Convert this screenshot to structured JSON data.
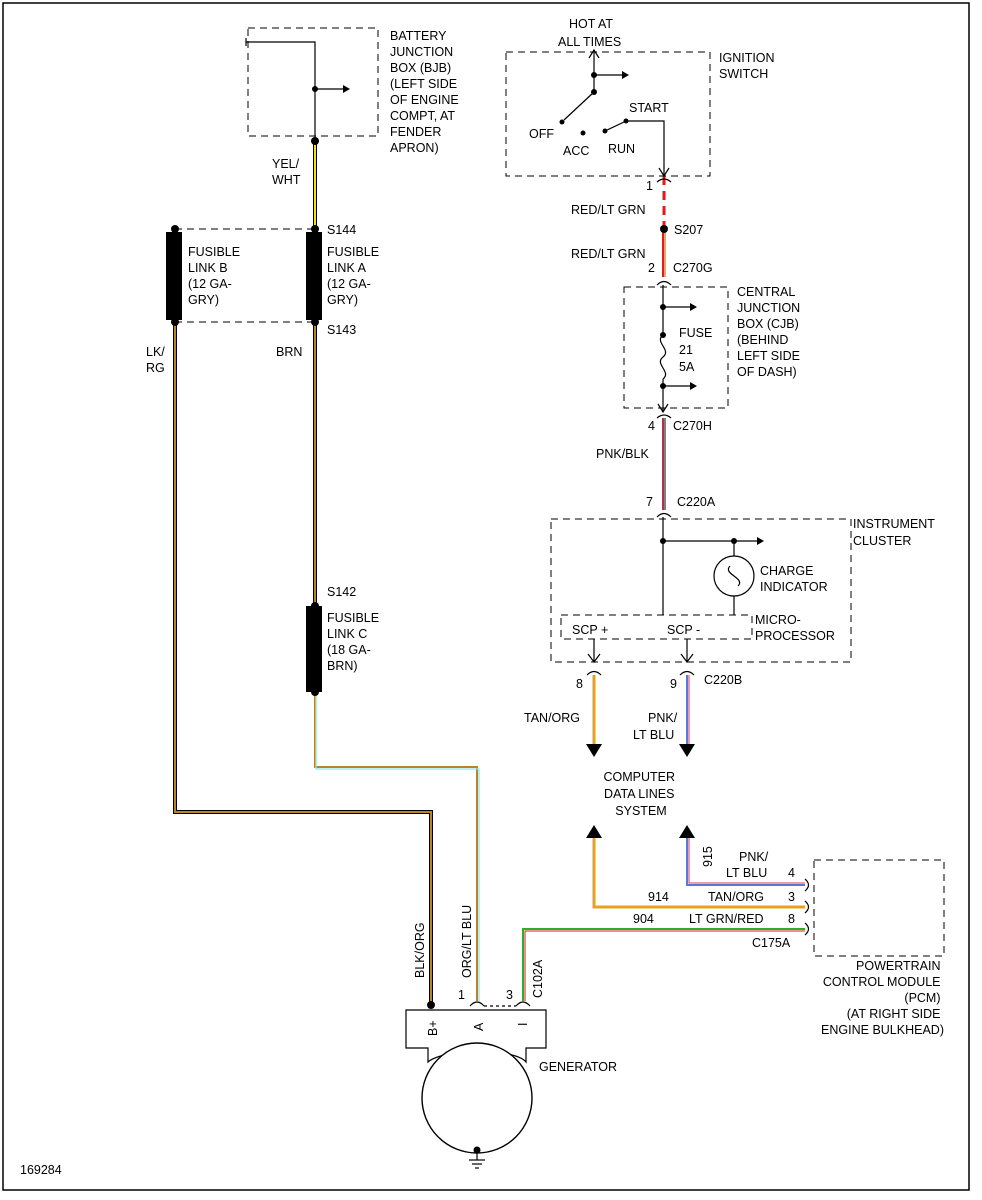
{
  "figure_id": "169284",
  "components": {
    "bjb": {
      "lines": [
        "BATTERY",
        "JUNCTION",
        "BOX (BJB)",
        "(LEFT SIDE",
        "OF ENGINE",
        "COMPT, AT",
        "FENDER",
        "APRON)"
      ]
    },
    "ignition_switch": {
      "lines": [
        "IGNITION",
        "SWITCH"
      ],
      "hot": [
        "HOT AT",
        "ALL TIMES"
      ],
      "positions": {
        "off": "OFF",
        "acc": "ACC",
        "run": "RUN",
        "start": "START"
      }
    },
    "fusible_link_b": {
      "lines": [
        "FUSIBLE",
        "LINK B",
        "(12 GA-",
        "GRY)"
      ]
    },
    "fusible_link_a": {
      "lines": [
        "FUSIBLE",
        "LINK A",
        "(12 GA-",
        "GRY)"
      ]
    },
    "fusible_link_c": {
      "lines": [
        "FUSIBLE",
        "LINK C",
        "(18 GA-",
        "BRN)"
      ]
    },
    "cjb": {
      "lines": [
        "CENTRAL",
        "JUNCTION",
        "BOX (CJB)",
        "(BEHIND",
        "LEFT SIDE",
        "OF DASH)"
      ]
    },
    "fuse": {
      "lines": [
        "FUSE",
        "21",
        "5A"
      ]
    },
    "instrument_cluster": {
      "lines": [
        "INSTRUMENT",
        "CLUSTER"
      ]
    },
    "charge_indicator": {
      "lines": [
        "CHARGE",
        "INDICATOR"
      ]
    },
    "microprocessor": {
      "lines": [
        "MICRO-",
        "PROCESSOR"
      ],
      "scp_plus": "SCP +",
      "scp_minus": "SCP -"
    },
    "data_lines": {
      "lines": [
        "COMPUTER",
        "DATA LINES",
        "SYSTEM"
      ]
    },
    "pcm": {
      "lines": [
        "POWERTRAIN",
        "CONTROL MODULE",
        "(PCM)",
        "(AT RIGHT SIDE",
        "ENGINE BULKHEAD)"
      ]
    },
    "generator": {
      "label": "GENERATOR",
      "term_bplus": "B+",
      "term_a": "A",
      "term_i": "I"
    }
  },
  "splices": {
    "s144": "S144",
    "s143": "S143",
    "s142": "S142",
    "s207": "S207"
  },
  "connectors": {
    "c270g": "C270G",
    "c270h": "C270H",
    "c220a": "C220A",
    "c220b": "C220B",
    "c175a": "C175A",
    "c102a": "C102A"
  },
  "pins": {
    "ign": "1",
    "c270g": "2",
    "c270h": "4",
    "c220a": "7",
    "c220b_tan": "8",
    "c220b_pnk": "9",
    "gen_a": "1",
    "gen_i": "3",
    "pcm_pnk": "4",
    "pcm_tan": "3",
    "pcm_grn": "8"
  },
  "circuits": {
    "c915": "915",
    "c914": "914",
    "c904": "904"
  },
  "wires": {
    "yel_wht": [
      "YEL/",
      "WHT"
    ],
    "red_ltgrn_1": "RED/LT GRN",
    "red_ltgrn_2": "RED/LT GRN",
    "brn": "BRN",
    "blk_org_left": [
      "LK/",
      "RG"
    ],
    "pnk_blk": "PNK/BLK",
    "tan_org": "TAN/ORG",
    "pnk_ltblu": [
      "PNK/",
      "LT BLU"
    ],
    "pcm_pnk_ltblu": [
      "PNK/",
      "LT BLU"
    ],
    "pcm_tan_org": "TAN/ORG",
    "pcm_ltgrn_red": "LT GRN/RED",
    "blk_org_vertical": "BLK/ORG",
    "org_ltblu_vertical": "ORG/LT BLU"
  },
  "colors": {
    "yellow": "#f2e600",
    "red": "#e81818",
    "brown": "#b8842a",
    "pink_black": "#b03050",
    "orange": "#e8a020",
    "blue": "#5a78d8",
    "pink": "#e86080",
    "green": "#2ab02a",
    "cyan": "#8fe8e8"
  }
}
